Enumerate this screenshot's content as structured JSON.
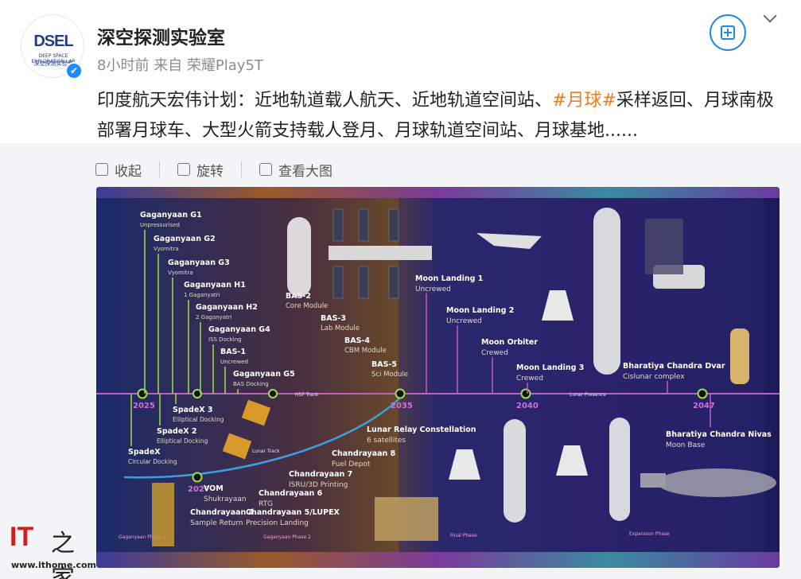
{
  "post": {
    "username": "深空探测实验室",
    "time": "8小时前",
    "source_prefix": "来自",
    "source_device": "荣耀Play5T",
    "text_before": "印度航天宏伟计划：近地轨道载人航天、近地轨道空间站、",
    "hashtag": "#月球#",
    "text_after": "采样返回、月球南极部署月球车、大型火箭支持载人登月、月球轨道空间站、月球基地......",
    "avatar_logo": "DSEL",
    "avatar_sub": "DEEP SPACE EXPLORATION LAB",
    "avatar_sub2": "深空探测实验室",
    "verified_icon": "✔"
  },
  "toolbar": {
    "collapse": "收起",
    "rotate": "旋转",
    "view_large": "查看大图"
  },
  "watermark": {
    "logo": "IT",
    "home": "之家",
    "url": "www.ithome.com"
  },
  "infographic": {
    "years": [
      "2025",
      "2027",
      "2035",
      "2040",
      "2047"
    ],
    "gaganyaan": [
      {
        "title": "Gaganyaan G1",
        "sub": "Unpressurised"
      },
      {
        "title": "Gaganyaan G2",
        "sub": "Vyomitra"
      },
      {
        "title": "Gaganyaan G3",
        "sub": "Vyomitra"
      },
      {
        "title": "Gaganyaan H1",
        "sub": "1 Gaganyatri"
      },
      {
        "title": "Gaganyaan H2",
        "sub": "2 Gaganyatri"
      },
      {
        "title": "Gaganyaan G4",
        "sub": "ISS Docking"
      },
      {
        "title": "BAS-1",
        "sub": "Uncrewed"
      },
      {
        "title": "Gaganyaan G5",
        "sub": "BAS Docking"
      }
    ],
    "spadex": [
      {
        "title": "SpadeX 3",
        "sub": "Elliptical Docking"
      },
      {
        "title": "SpadeX 2",
        "sub": "Elliptical Docking"
      },
      {
        "title": "SpadeX",
        "sub": "Circular Docking"
      }
    ],
    "bas": [
      {
        "title": "BAS-2",
        "sub": "Core Module"
      },
      {
        "title": "BAS-3",
        "sub": "Lab Module"
      },
      {
        "title": "BAS-4",
        "sub": "CBM Module"
      },
      {
        "title": "BAS-5",
        "sub": "Sci Module"
      }
    ],
    "moon": [
      {
        "title": "Moon Landing 1",
        "sub": "Uncrewed"
      },
      {
        "title": "Moon Landing 2",
        "sub": "Uncrewed"
      },
      {
        "title": "Moon Orbiter",
        "sub": "Crewed"
      },
      {
        "title": "Moon Landing 3",
        "sub": "Crewed"
      }
    ],
    "bharatiya": [
      {
        "title": "Bharatiya Chandra Dvar",
        "sub": "Cislunar complex"
      },
      {
        "title": "Bharatiya Chandra Nivas",
        "sub": "Moon Base"
      }
    ],
    "lunar": [
      {
        "title": "Lunar Relay Constellation",
        "sub": "6 satellites"
      },
      {
        "title": "Chandrayaan 8",
        "sub": "Fuel Depot"
      },
      {
        "title": "Chandrayaan 7",
        "sub": "ISRU/3D Printing"
      },
      {
        "title": "Chandrayaan 6",
        "sub": "RTG"
      },
      {
        "title": "Chandrayaan 5/LUPEX",
        "sub": "Precision Landing"
      },
      {
        "title": "VOM",
        "sub": "Shukrayaan"
      },
      {
        "title": "Chandrayaan 4",
        "sub": "Sample Return"
      }
    ],
    "track_labels": [
      "HSF Track",
      "Lunar Presence",
      "Lunar Track"
    ],
    "phase_labels": [
      "Gaganyaan Phase 1",
      "Gaganyaan Phase 2",
      "Final Phase",
      "Expansion Phase"
    ]
  }
}
